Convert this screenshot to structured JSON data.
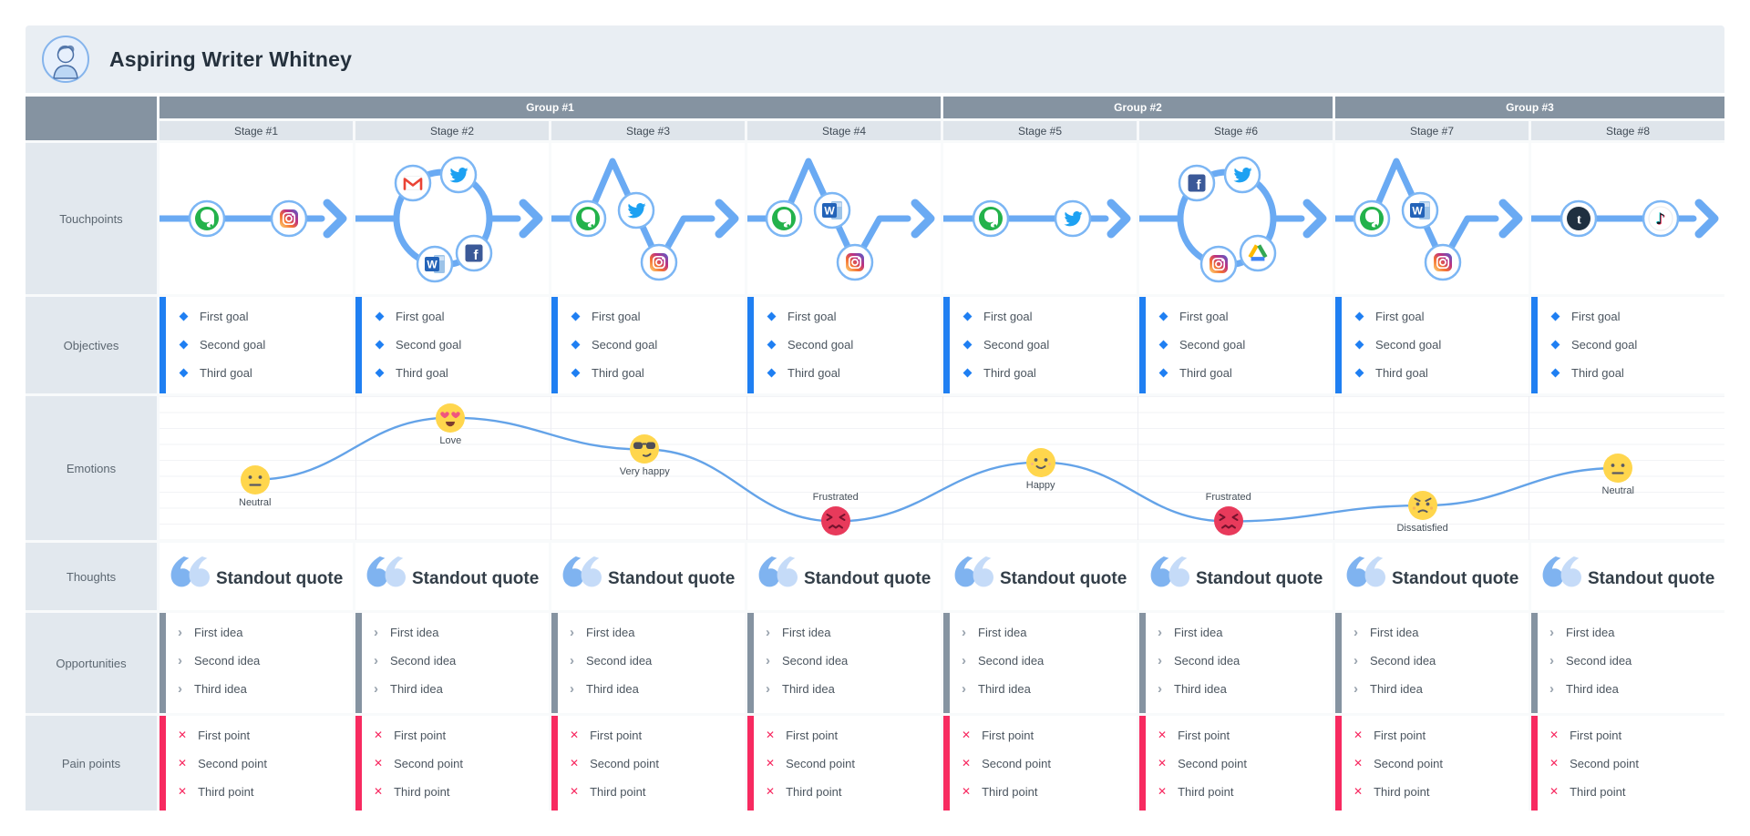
{
  "persona": {
    "name": "Aspiring Writer Whitney"
  },
  "header": {
    "groups": [
      {
        "label": "Group #1",
        "span": 4
      },
      {
        "label": "Group #2",
        "span": 2
      },
      {
        "label": "Group #3",
        "span": 2
      }
    ],
    "stages": [
      "Stage #1",
      "Stage #2",
      "Stage #3",
      "Stage #4",
      "Stage #5",
      "Stage #6",
      "Stage #7",
      "Stage #8"
    ]
  },
  "touchpoints": {
    "label": "Touchpoints",
    "cells": [
      {
        "pattern": "line",
        "icons": [
          "evernote",
          "instagram"
        ]
      },
      {
        "pattern": "loop",
        "icons": [
          "gmail",
          "twitter",
          "word",
          "facebook"
        ]
      },
      {
        "pattern": "zigzag",
        "icons": [
          "evernote",
          "twitter",
          "instagram"
        ]
      },
      {
        "pattern": "zigzag",
        "icons": [
          "evernote",
          "word",
          "instagram"
        ]
      },
      {
        "pattern": "line",
        "icons": [
          "evernote",
          "twitter"
        ]
      },
      {
        "pattern": "loop",
        "icons": [
          "facebook",
          "twitter",
          "instagram",
          "gdrive"
        ]
      },
      {
        "pattern": "zigzag",
        "icons": [
          "evernote",
          "word",
          "instagram"
        ]
      },
      {
        "pattern": "line",
        "icons": [
          "tumblr",
          "tiktok"
        ]
      }
    ]
  },
  "objectives": {
    "label": "Objectives",
    "items": [
      "First goal",
      "Second goal",
      "Third goal"
    ]
  },
  "emotions": {
    "label": "Emotions",
    "points": [
      {
        "stage": 1,
        "type": "neutral",
        "label": "Neutral",
        "x": 0.061,
        "y": 0.58,
        "label_pos": "below"
      },
      {
        "stage": 2,
        "type": "love",
        "label": "Love",
        "x": 0.186,
        "y": 0.15,
        "label_pos": "below"
      },
      {
        "stage": 3,
        "type": "very_happy",
        "label": "Very happy",
        "x": 0.31,
        "y": 0.37,
        "label_pos": "below"
      },
      {
        "stage": 4,
        "type": "frustrated",
        "label": "Frustrated",
        "x": 0.432,
        "y": 0.87,
        "label_pos": "above"
      },
      {
        "stage": 5,
        "type": "happy",
        "label": "Happy",
        "x": 0.563,
        "y": 0.46,
        "label_pos": "below"
      },
      {
        "stage": 6,
        "type": "frustrated",
        "label": "Frustrated",
        "x": 0.683,
        "y": 0.87,
        "label_pos": "above"
      },
      {
        "stage": 7,
        "type": "dissatisfied",
        "label": "Dissatisfied",
        "x": 0.807,
        "y": 0.76,
        "label_pos": "below"
      },
      {
        "stage": 8,
        "type": "neutral",
        "label": "Neutral",
        "x": 0.932,
        "y": 0.5,
        "label_pos": "below"
      }
    ]
  },
  "thoughts": {
    "label": "Thoughts",
    "quote": "Standout quote"
  },
  "opportunities": {
    "label": "Opportunities",
    "items": [
      "First idea",
      "Second idea",
      "Third idea"
    ]
  },
  "pain_points": {
    "label": "Pain points",
    "items": [
      "First point",
      "Second point",
      "Third point"
    ]
  },
  "colors": {
    "accent_blue": "#1f7ff2",
    "bar_gray": "#8593a1",
    "bar_pink": "#f72a60",
    "line_blue": "#6aaaf3",
    "curve_blue": "#64a3e8",
    "group_header": "#8593a1",
    "stage_header": "#dfe5eb",
    "label_cell": "#e2e8ee",
    "header_band": "#e9eef3"
  }
}
